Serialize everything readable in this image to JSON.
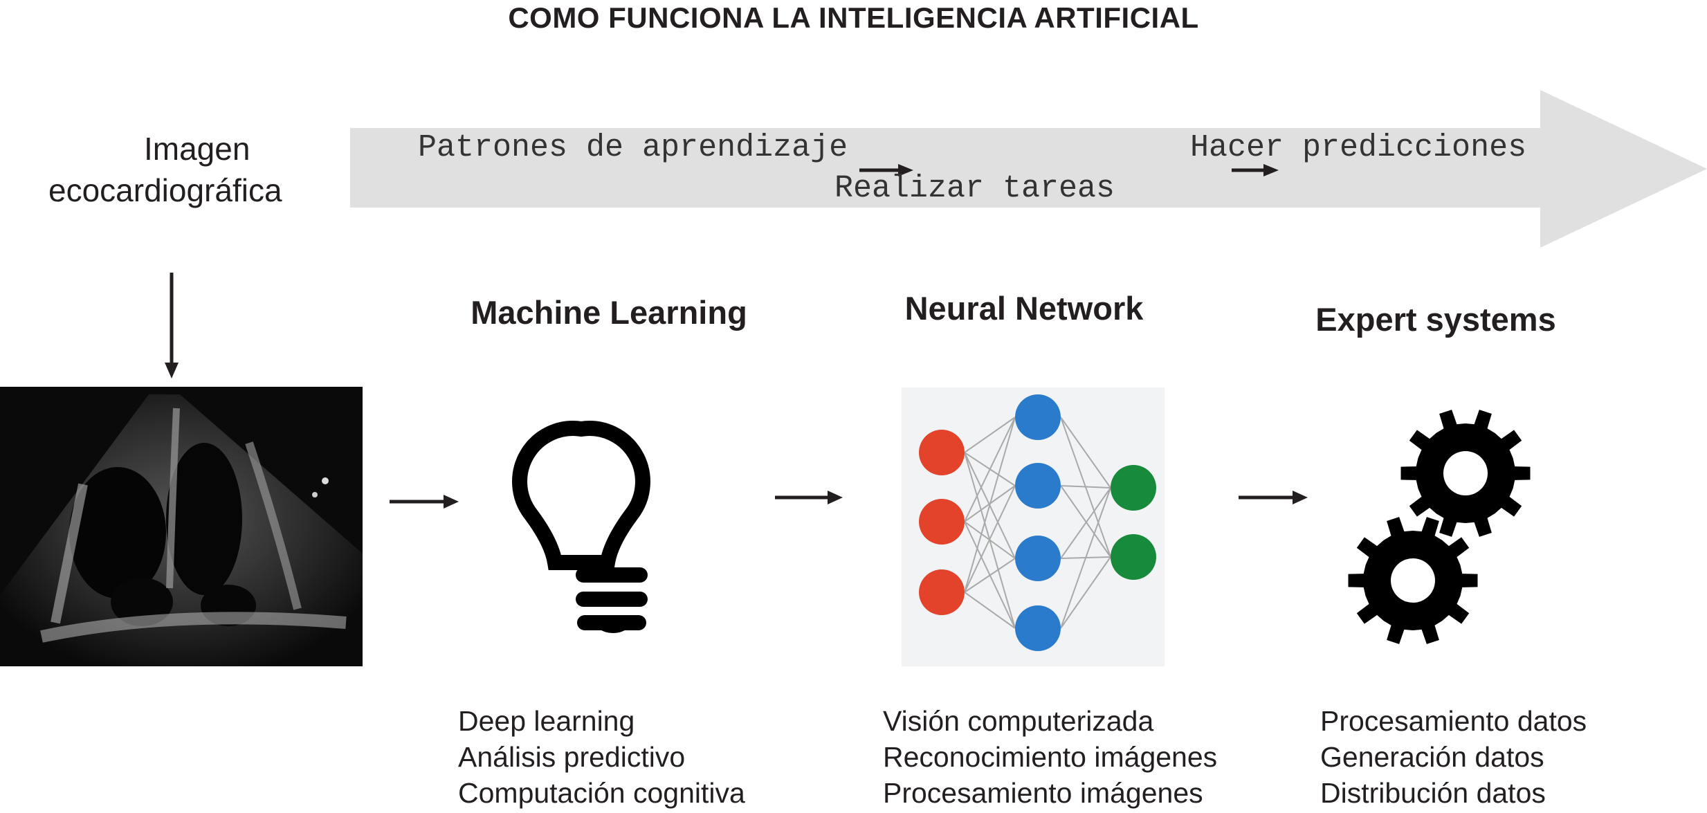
{
  "title": "COMO FUNCIONA LA INTELIGENCIA ARTIFICIAL",
  "input": {
    "label_line1": "Imagen",
    "label_line2": "ecocardiográfica"
  },
  "process_arrow": {
    "steps": [
      "Patrones de aprendizaje",
      "Realizar tareas",
      "Hacer predicciones"
    ],
    "fill_color": "#e0e0e0"
  },
  "stages": [
    {
      "title": "Machine Learning",
      "icon": "lightbulb-icon",
      "items": [
        "Deep learning",
        "Análisis predictivo",
        "Computación cognitiva"
      ]
    },
    {
      "title": "Neural Network",
      "icon": "neural-network-icon",
      "items": [
        "Visión computerizada",
        "Reconocimiento imágenes",
        "Procesamiento imágenes"
      ]
    },
    {
      "title": "Expert systems",
      "icon": "gears-icon",
      "items": [
        "Procesamiento datos",
        "Generación datos",
        "Distribución datos"
      ]
    }
  ],
  "colors": {
    "node_input": "#e2432a",
    "node_hidden": "#2b7bcd",
    "node_output": "#188a3c",
    "text": "#231f20"
  }
}
